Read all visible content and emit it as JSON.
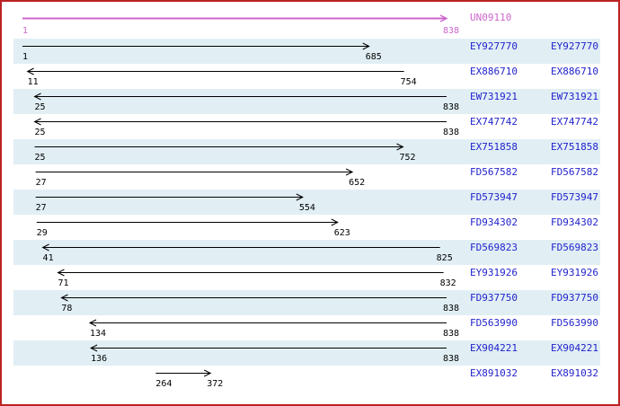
{
  "chart_data": {
    "type": "bar",
    "subtype": "horizontal-range-arrows",
    "description_of_marks": "each row is an arrowed line spanning start..end coordinates on the reference",
    "axis": {
      "coord_min": 1,
      "coord_max": 838
    },
    "grid": false,
    "legend_position": "right",
    "label_columns": 2,
    "reference": {
      "label": "UN09110",
      "start": 1,
      "end": 838,
      "direction": "right",
      "color": "#cc66cc"
    },
    "series": [
      {
        "name": "EY927770",
        "start": 1,
        "end": 685,
        "direction": "right"
      },
      {
        "name": "EX886710",
        "start": 11,
        "end": 754,
        "direction": "left"
      },
      {
        "name": "EW731921",
        "start": 25,
        "end": 838,
        "direction": "left"
      },
      {
        "name": "EX747742",
        "start": 25,
        "end": 838,
        "direction": "left"
      },
      {
        "name": "EX751858",
        "start": 25,
        "end": 752,
        "direction": "right"
      },
      {
        "name": "FD567582",
        "start": 27,
        "end": 652,
        "direction": "right"
      },
      {
        "name": "FD573947",
        "start": 27,
        "end": 554,
        "direction": "right"
      },
      {
        "name": "FD934302",
        "start": 29,
        "end": 623,
        "direction": "right"
      },
      {
        "name": "FD569823",
        "start": 41,
        "end": 825,
        "direction": "left"
      },
      {
        "name": "EY931926",
        "start": 71,
        "end": 832,
        "direction": "left"
      },
      {
        "name": "FD937750",
        "start": 78,
        "end": 838,
        "direction": "left"
      },
      {
        "name": "FD563990",
        "start": 134,
        "end": 838,
        "direction": "left"
      },
      {
        "name": "EX904221",
        "start": 136,
        "end": 838,
        "direction": "left"
      },
      {
        "name": "EX891032",
        "start": 264,
        "end": 372,
        "direction": "right"
      }
    ]
  },
  "palette": {
    "frame_border": "#bb2222",
    "band": "#e1eff5",
    "accession": "#2222cc",
    "unigene": "#cc66cc",
    "line": "#000000",
    "background": "#ffffff"
  }
}
